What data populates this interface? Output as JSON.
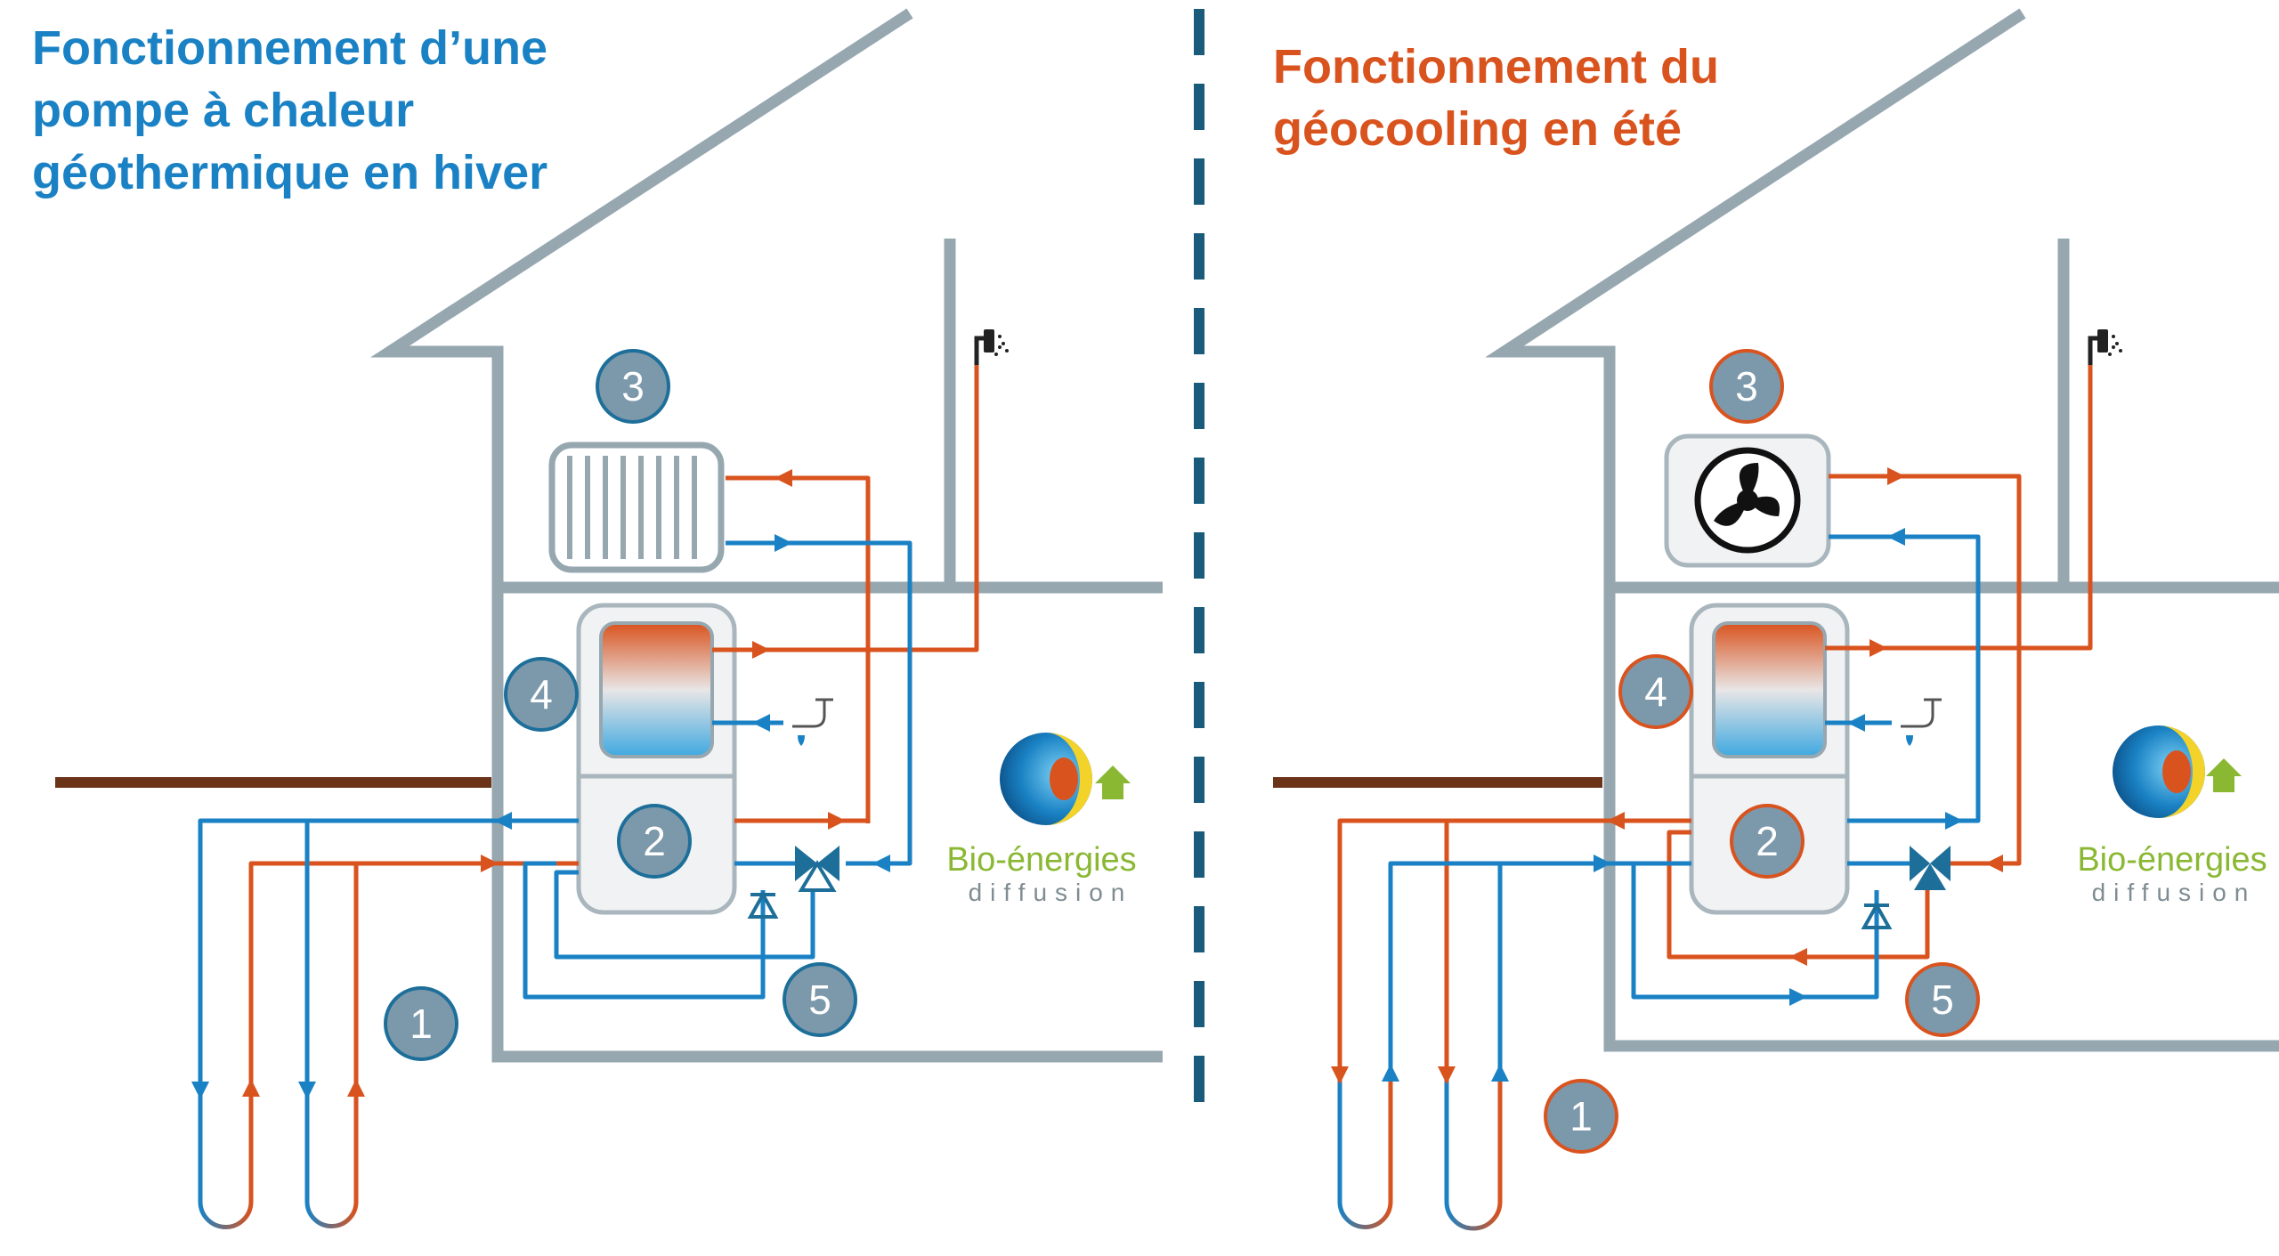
{
  "left_panel": {
    "title_lines": [
      "Fonctionnement d’une",
      "pompe à chaleur",
      "géothermique en hiver"
    ],
    "title_color": "#1a82c4",
    "badge_fill": "#7c98ab",
    "badge_stroke": "#1d6f9a",
    "labels": {
      "n1": "1",
      "n2": "2",
      "n3": "3",
      "n4": "4",
      "n5": "5"
    }
  },
  "right_panel": {
    "title_lines": [
      "Fonctionnement du",
      "géocooling en été"
    ],
    "title_color": "#d9531e",
    "badge_fill": "#7c98ab",
    "badge_stroke": "#d9531e",
    "labels": {
      "n1": "1",
      "n2": "2",
      "n3": "3",
      "n4": "4",
      "n5": "5"
    }
  },
  "logo": {
    "main": "Bio-énergies",
    "sub": "diffusion"
  },
  "colors": {
    "hot": "#d9531e",
    "cold": "#1a82c4",
    "house": "#96a7b0",
    "ground": "#6b3419",
    "divider": "#1a5a7a"
  },
  "icons": [
    "radiator-icon",
    "fan-icon",
    "shower-icon",
    "tap-icon",
    "three-way-valve-icon",
    "check-valve-icon",
    "earth-logo-icon",
    "house-arrow-icon"
  ]
}
